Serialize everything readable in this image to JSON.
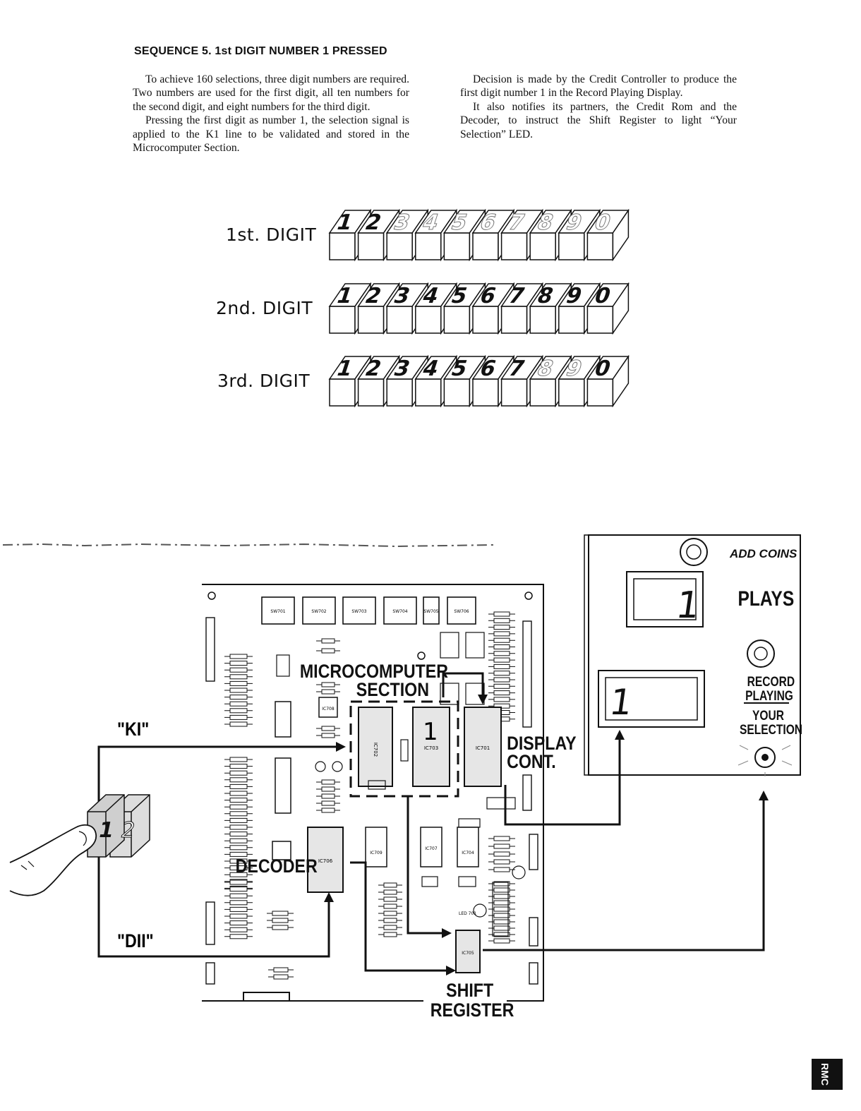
{
  "heading": "SEQUENCE 5. 1st DIGIT NUMBER 1 PRESSED",
  "intro": {
    "left": [
      "To achieve 160 selections, three digit numbers are required. Two numbers are used for the first digit, all ten numbers for the second digit, and eight numbers for the third digit.",
      "Pressing the first digit as number 1, the selection signal is applied to the K1 line to be validated and stored in the Microcomputer Section."
    ],
    "right": [
      "Decision is made by the Credit Controller to produce the first digit number 1 in the Record Playing Display.",
      "It also notifies its partners, the Credit Rom and the Decoder, to instruct the Shift Register to light “Your Selection” LED."
    ]
  },
  "digit_rows": [
    {
      "label": "1st. DIGIT",
      "keys": [
        "1",
        "2",
        "3",
        "4",
        "5",
        "6",
        "7",
        "8",
        "9",
        "0"
      ],
      "active": [
        true,
        true,
        false,
        false,
        false,
        false,
        false,
        false,
        false,
        false
      ]
    },
    {
      "label": "2nd. DIGIT",
      "keys": [
        "1",
        "2",
        "3",
        "4",
        "5",
        "6",
        "7",
        "8",
        "9",
        "0"
      ],
      "active": [
        true,
        true,
        true,
        true,
        true,
        true,
        true,
        true,
        true,
        true
      ]
    },
    {
      "label": "3rd. DIGIT",
      "keys": [
        "1",
        "2",
        "3",
        "4",
        "5",
        "6",
        "7",
        "8",
        "9",
        "0"
      ],
      "active": [
        true,
        true,
        true,
        true,
        true,
        true,
        true,
        false,
        false,
        true
      ]
    }
  ],
  "board": {
    "switch_labels": [
      "SW701",
      "SW702",
      "SW703",
      "SW704",
      "SW705",
      "SW706"
    ],
    "microcomputer_label_1": "MICROCOMPUTER",
    "microcomputer_label_2": "SECTION",
    "display_label_1": "DISPLAY",
    "display_label_2": "CONT.",
    "decoder_label": "DECODER",
    "shift_label_1": "SHIFT",
    "shift_label_2": "REGISTER",
    "chip_labels": [
      "IC702",
      "IC703",
      "IC701",
      "IC706",
      "IC705",
      "IC707",
      "IC704",
      "IC709",
      "IC708"
    ],
    "chip_digit": "1",
    "led_label": "LED 701"
  },
  "signals": {
    "k1": "\"KI\"",
    "d11": "\"DII\""
  },
  "keypad": {
    "keys": [
      "1",
      "2"
    ]
  },
  "panel": {
    "add_coins": "ADD COINS",
    "plays": "PLAYS",
    "plays_value": "1",
    "record_label_1": "RECORD",
    "record_label_2": "PLAYING",
    "record_value": "1",
    "your_label_1": "YOUR",
    "your_label_2": "SELECTION"
  },
  "corner_logo": "RMC"
}
